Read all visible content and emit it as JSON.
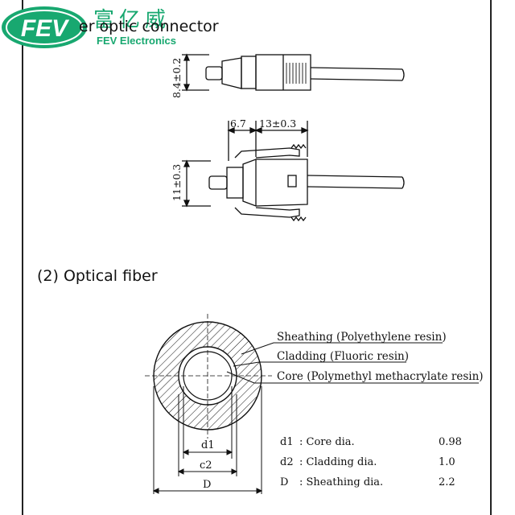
{
  "brand": {
    "logo_text": "FEV",
    "name_cn": "富亿威",
    "name_en": "FEV Electronics",
    "color": "#18a870"
  },
  "section1": {
    "title": "er optic connector",
    "dims": {
      "height_top": "8.4±0.2",
      "width_a": "6.7",
      "width_b": "13±0.3",
      "height_side": "11±0.3"
    }
  },
  "section2": {
    "title": "(2) Optical fiber",
    "callouts": {
      "sheathing": "Sheathing (Polyethylene resin)",
      "cladding": "Cladding (Fluoric resin)",
      "core": "Core (Polymethyl methacrylate resin)"
    },
    "dim_labels": {
      "d1": "d1",
      "d2": "c2",
      "d3": "D"
    },
    "specs": [
      {
        "symbol": "d1",
        "text": ": Core dia.",
        "value": "0.98"
      },
      {
        "symbol": "d2",
        "text": ": Cladding dia.",
        "value": "1.0"
      },
      {
        "symbol": "D",
        "text": ": Sheathing dia.",
        "value": "2.2"
      }
    ]
  }
}
